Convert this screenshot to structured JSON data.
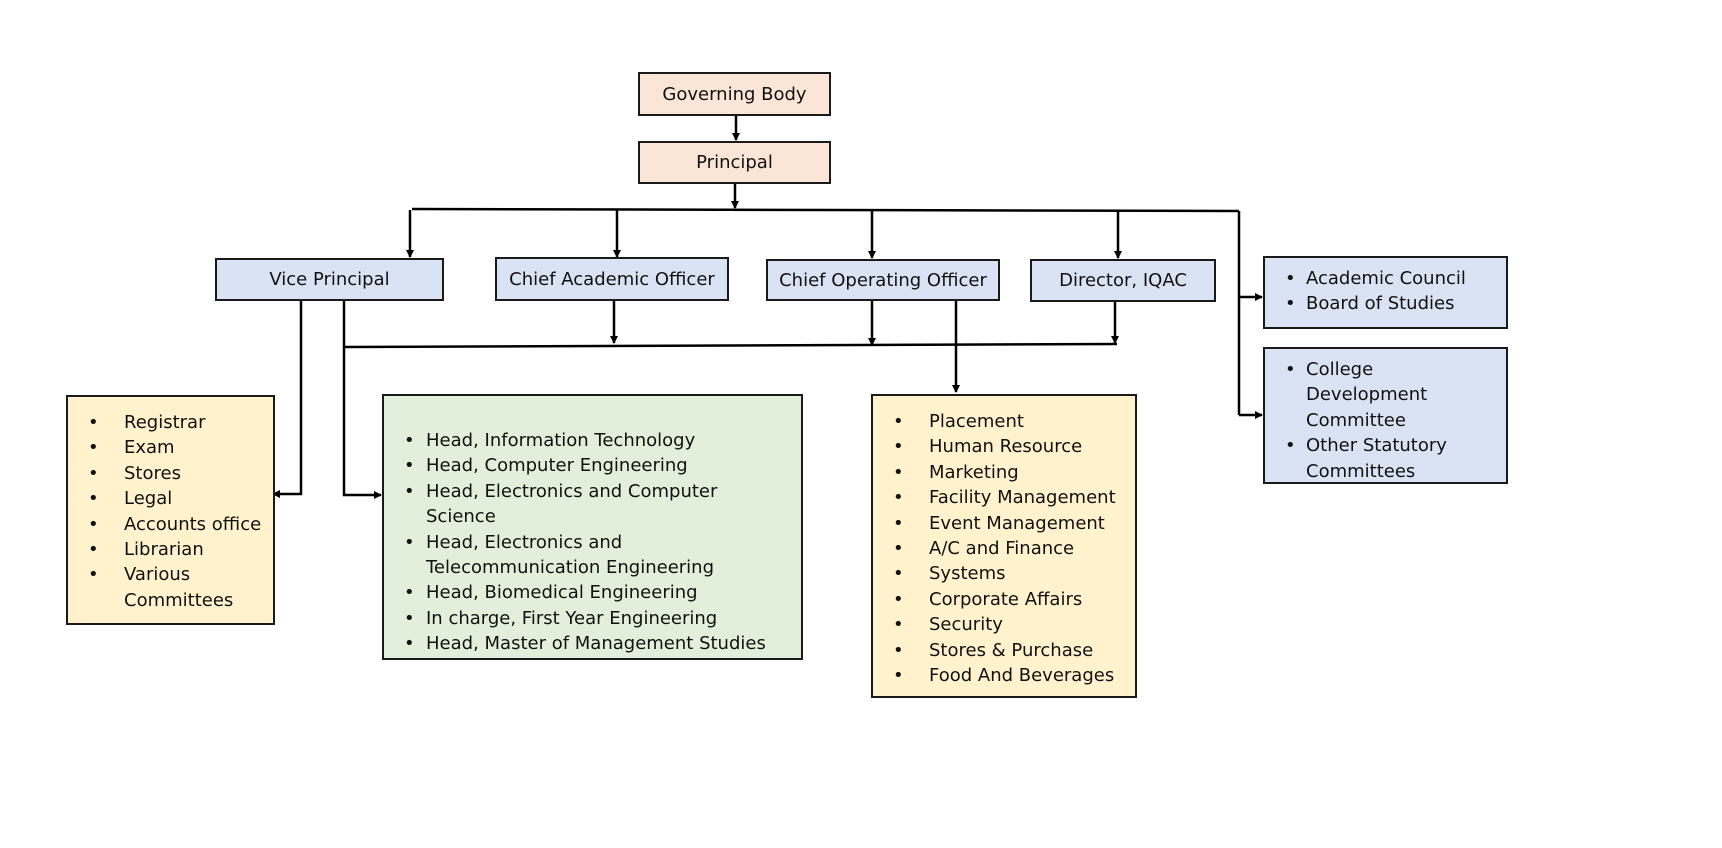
{
  "nodes": {
    "governing_body": "Governing Body",
    "principal": "Principal",
    "vice_principal": "Vice Principal",
    "chief_academic_officer": "Chief Academic Officer",
    "chief_operating_officer": "Chief Operating Officer",
    "director_iqac": "Director, IQAC"
  },
  "lists": {
    "councils": [
      "Academic Council",
      "Board of Studies"
    ],
    "committees": [
      "College Development Committee",
      "Other Statutory Committees"
    ],
    "vp_admin": [
      "Registrar",
      "Exam",
      "Stores",
      "Legal",
      "Accounts office",
      "Librarian",
      "Various Committees"
    ],
    "departments": [
      "Head, Information Technology",
      "Head, Computer Engineering",
      "Head, Electronics and Computer Science",
      "Head, Electronics and Telecommunication Engineering",
      "Head, Biomedical Engineering",
      "In charge, First Year Engineering",
      "Head, Master of Management Studies"
    ],
    "operations": [
      "Placement",
      "Human Resource",
      "Marketing",
      "Facility Management",
      "Event Management",
      "A/C and Finance",
      "Systems",
      "Corporate Affairs",
      "Security",
      "Stores & Purchase",
      "Food And Beverages"
    ]
  },
  "colors": {
    "top": "#fbe5d6",
    "officers": "#dae3f3",
    "lists_yellow": "#fff2cc",
    "departments_green": "#e2efda"
  }
}
